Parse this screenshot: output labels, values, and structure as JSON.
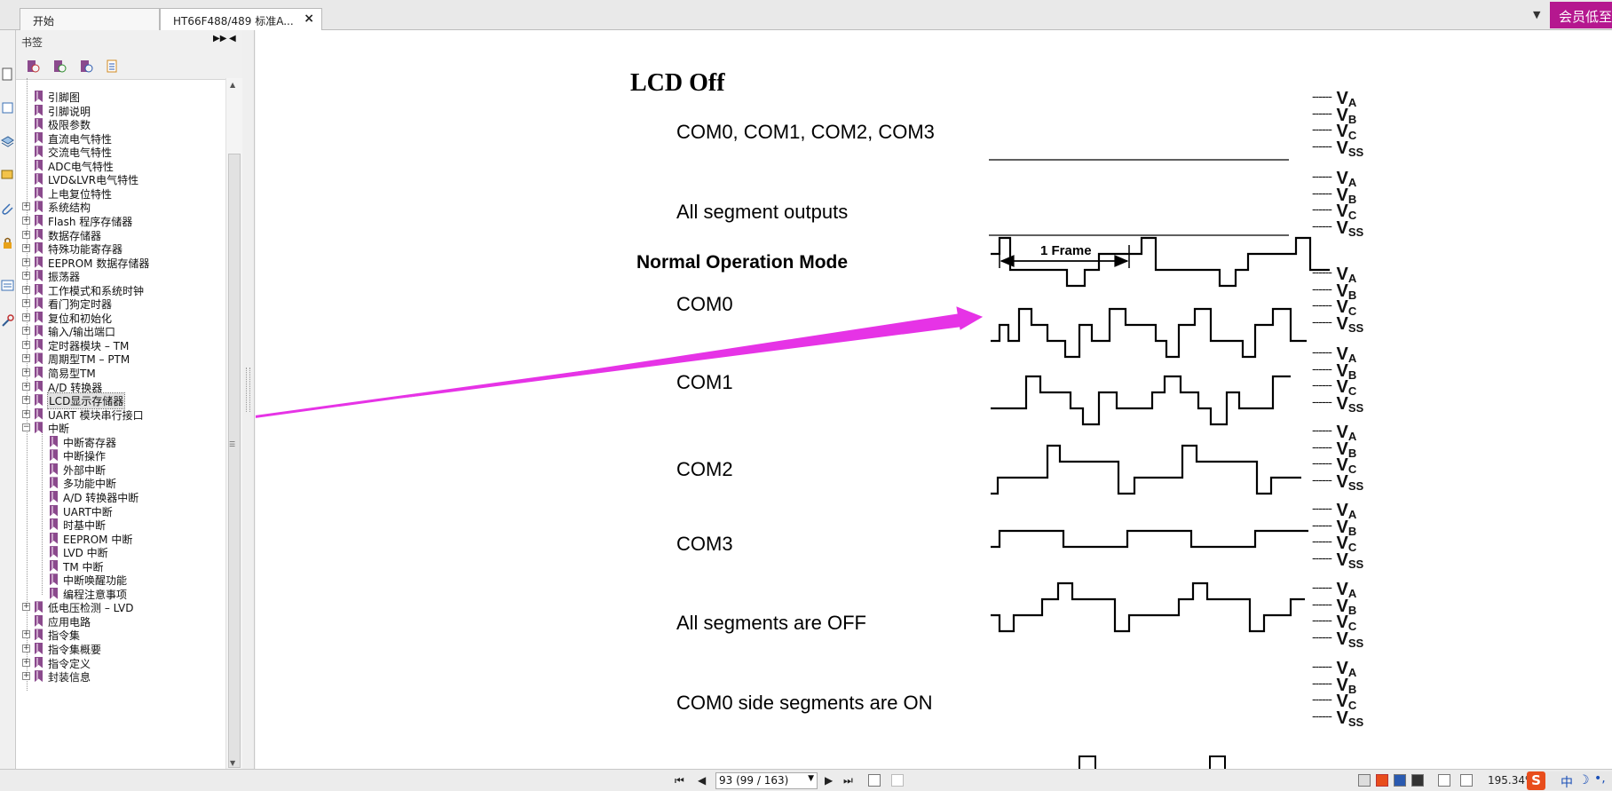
{
  "tabs": [
    {
      "label": "开始"
    },
    {
      "label": "HT66F488/489 标准A...",
      "close": "×"
    }
  ],
  "tab_dropdown": "▼",
  "vip_button": "会员低至",
  "panel": {
    "title": "书签",
    "expand_icon": "▶▶",
    "pin_icon": "◀"
  },
  "tree": [
    {
      "label": "引脚图",
      "level": 0,
      "expander": ""
    },
    {
      "label": "引脚说明",
      "level": 0,
      "expander": ""
    },
    {
      "label": "极限参数",
      "level": 0,
      "expander": ""
    },
    {
      "label": "直流电气特性",
      "level": 0,
      "expander": ""
    },
    {
      "label": "交流电气特性",
      "level": 0,
      "expander": ""
    },
    {
      "label": "ADC电气特性",
      "level": 0,
      "expander": ""
    },
    {
      "label": "LVD&LVR电气特性",
      "level": 0,
      "expander": ""
    },
    {
      "label": "上电复位特性",
      "level": 0,
      "expander": ""
    },
    {
      "label": "系统结构",
      "level": 0,
      "expander": "+"
    },
    {
      "label": "Flash 程序存储器",
      "level": 0,
      "expander": "+"
    },
    {
      "label": "数据存储器",
      "level": 0,
      "expander": "+"
    },
    {
      "label": "特殊功能寄存器",
      "level": 0,
      "expander": "+"
    },
    {
      "label": "EEPROM 数据存储器",
      "level": 0,
      "expander": "+"
    },
    {
      "label": "振荡器",
      "level": 0,
      "expander": "+"
    },
    {
      "label": "工作模式和系统时钟",
      "level": 0,
      "expander": "+"
    },
    {
      "label": "看门狗定时器",
      "level": 0,
      "expander": "+"
    },
    {
      "label": "复位和初始化",
      "level": 0,
      "expander": "+"
    },
    {
      "label": "输入/输出端口",
      "level": 0,
      "expander": "+"
    },
    {
      "label": "定时器模块 – TM",
      "level": 0,
      "expander": "+"
    },
    {
      "label": "周期型TM – PTM",
      "level": 0,
      "expander": "+"
    },
    {
      "label": "简易型TM",
      "level": 0,
      "expander": "+"
    },
    {
      "label": "A/D 转换器",
      "level": 0,
      "expander": "+"
    },
    {
      "label": "LCD显示存储器",
      "level": 0,
      "expander": "+",
      "selected": true
    },
    {
      "label": "UART 模块串行接口",
      "level": 0,
      "expander": "+"
    },
    {
      "label": "中断",
      "level": 0,
      "expander": "−"
    },
    {
      "label": "中断寄存器",
      "level": 1,
      "expander": ""
    },
    {
      "label": "中断操作",
      "level": 1,
      "expander": ""
    },
    {
      "label": "外部中断",
      "level": 1,
      "expander": ""
    },
    {
      "label": "多功能中断",
      "level": 1,
      "expander": ""
    },
    {
      "label": "A/D 转换器中断",
      "level": 1,
      "expander": ""
    },
    {
      "label": "UART中断",
      "level": 1,
      "expander": ""
    },
    {
      "label": "时基中断",
      "level": 1,
      "expander": ""
    },
    {
      "label": "EEPROM 中断",
      "level": 1,
      "expander": ""
    },
    {
      "label": "LVD 中断",
      "level": 1,
      "expander": ""
    },
    {
      "label": "TM 中断",
      "level": 1,
      "expander": ""
    },
    {
      "label": "中断唤醒功能",
      "level": 1,
      "expander": ""
    },
    {
      "label": "编程注意事项",
      "level": 1,
      "expander": ""
    },
    {
      "label": "低电压检测 – LVD",
      "level": 0,
      "expander": "+"
    },
    {
      "label": "应用电路",
      "level": 0,
      "expander": ""
    },
    {
      "label": "指令集",
      "level": 0,
      "expander": "+"
    },
    {
      "label": "指令集概要",
      "level": 0,
      "expander": "+"
    },
    {
      "label": "指令定义",
      "level": 0,
      "expander": "+"
    },
    {
      "label": "封装信息",
      "level": 0,
      "expander": "+"
    }
  ],
  "document": {
    "heading_lcd_off": "LCD Off",
    "heading_normal": "Normal Operation Mode",
    "frame_label": "1 Frame",
    "rows": [
      {
        "label": "COM0, COM1, COM2, COM3"
      },
      {
        "label": "All segment outputs"
      },
      {
        "label": "COM0"
      },
      {
        "label": "COM1"
      },
      {
        "label": "COM2"
      },
      {
        "label": "COM3"
      },
      {
        "label": "All segments are OFF"
      },
      {
        "label": "COM0 side segments are ON"
      }
    ],
    "voltage_levels": [
      {
        "v": "V",
        "sub": "A"
      },
      {
        "v": "V",
        "sub": "B"
      },
      {
        "v": "V",
        "sub": "C"
      },
      {
        "v": "V",
        "sub": "SS"
      }
    ],
    "voltage_dash": "------",
    "arrow_color": "#e633e6"
  },
  "status": {
    "first": "⏮",
    "prev": "◀",
    "page": "93 (99 / 163)",
    "page_dropdown": "▼",
    "next": "▶",
    "last": "⏭",
    "zoom": "195.34%",
    "ime_logo": "S",
    "ime_lang": "中",
    "ime_moon": "☽",
    "ime_punct": "•,"
  }
}
